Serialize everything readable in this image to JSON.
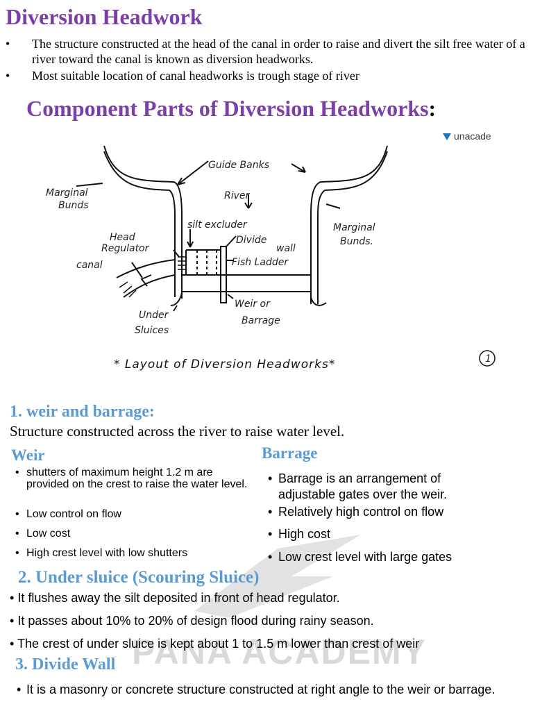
{
  "title": "Diversion Headwork",
  "intro": [
    "The structure constructed at the head of the canal in order to raise and divert the silt free water of a river toward the canal is known as diversion headworks.",
    "Most suitable location of canal headworks is trough stage of river"
  ],
  "bullet_glyph": "•",
  "components_title": "Component Parts of Diversion Headworks",
  "components_colon": ":",
  "logo_text": "unacade",
  "diagram": {
    "labels": {
      "guide_banks": "Guide Banks",
      "marginal_bunds_left_1": "Marginal",
      "marginal_bunds_left_2": "Bunds",
      "river": "River",
      "silt_excluder": "silt excluder",
      "head_1": "Head",
      "head_2": "Regulator",
      "canal": "canal",
      "divide_1": "Divide",
      "divide_2": "wall",
      "fish_ladder": "Fish Ladder",
      "marginal_bunds_right_1": "Marginal",
      "marginal_bunds_right_2": "Bunds.",
      "under_1": "Under",
      "under_2": "Sluices",
      "weir_1": "Weir or",
      "weir_2": "Barrage"
    },
    "caption": "* Layout of Diversion Headworks*",
    "page_mark": "1"
  },
  "section1": {
    "heading": "1. weir and barrage:",
    "description": "Structure constructed across the river to raise water level.",
    "weir": {
      "heading": "Weir",
      "items": [
        " shutters of maximum height 1.2 m are provided on the crest to raise the water level.",
        "Low control on flow",
        "Low cost",
        "High crest level with low shutters"
      ]
    },
    "barrage": {
      "heading": "Barrage",
      "items": [
        "Barrage is an arrangement of adjustable gates over the weir.",
        "Relatively high control on flow",
        "High cost",
        "Low crest level with large gates"
      ]
    }
  },
  "section2": {
    "num": "2",
    "heading": ". Under sluice (Scouring Sluice)",
    "items": [
      "It flushes away the silt deposited in front of head regulator.",
      "It passes about 10% to 20% of design flood during rainy season.",
      "The crest of under sluice is kept about 1 to 1.5 m lower than crest of weir"
    ]
  },
  "section3": {
    "heading": "3. Divide Wall",
    "items": [
      "It is a masonry or concrete structure constructed at right angle to the weir or barrage."
    ]
  },
  "watermark": "PANA ACADEMY",
  "colors": {
    "title_purple": "#7b3fa6",
    "heading_blue": "#5b9bd5",
    "logo_blue": "#1b75bb"
  }
}
